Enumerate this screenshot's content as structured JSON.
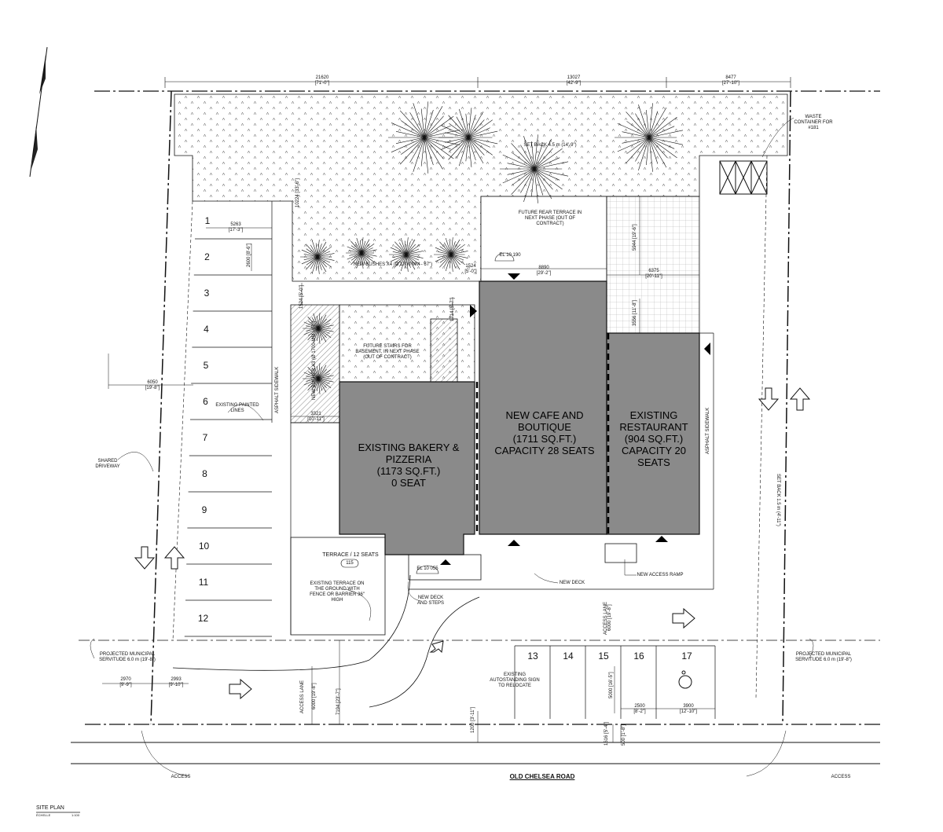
{
  "dimensions": {
    "top_left": "21620",
    "top_left_imp": "[71'-0\"]",
    "top_mid": "13027",
    "top_mid_imp": "[42'-9\"]",
    "top_right": "8477",
    "top_right_imp": "[27'-10\"]",
    "stall_width": "5263",
    "stall_width_imp": "[17'-3\"]",
    "stall_depth": "2600",
    "stall_depth_imp": "[8'-6\"]",
    "rear_depth": "10224",
    "rear_depth_imp": "[33'-6\"]",
    "walk1": "1524",
    "walk1_imp": "[5'-0\"]",
    "walk2": "1524",
    "walk2_imp": "[5'-0\"]",
    "walk3": "1714",
    "walk3_imp": "[5'-7\"]",
    "cafe_width": "8890",
    "cafe_width_imp": "[29'-2\"]",
    "right_width": "6375",
    "right_width_imp": "[20'-11\"]",
    "grid_depth": "5944",
    "grid_depth_imp": "[19'-6\"]",
    "grid_depth2": "3556",
    "grid_depth2_imp": "[11'-8\"]",
    "left_setback": "6050",
    "left_setback_imp": "[19'-8\"]",
    "walk_width": "3321",
    "walk_width_imp": "[10'-11\"]",
    "left_a": "2970",
    "left_a_imp": "[9'-9\"]",
    "left_b": "2993",
    "left_b_imp": "[9'-10\"]",
    "access_left": "6000",
    "access_left_imp": "[19'-8\"]",
    "lane_depth": "7194",
    "lane_depth_imp": "[23'-7\"]",
    "access_right": "6000",
    "access_right_imp": "[19'-8\"]",
    "stall_right_depth": "5000",
    "stall_right_depth_imp": "[16'-5\"]",
    "stall_right_w": "2500",
    "stall_right_w_imp": "[8'-2\"]",
    "stall_acc_w": "3900",
    "stall_acc_w_imp": "[12'-10\"]",
    "bottom_a": "1200",
    "bottom_a_imp": "[3'-11\"]",
    "bottom_b": "1616",
    "bottom_b_imp": "[5'-4\"]",
    "bottom_c": "500",
    "bottom_c_imp": "[1'-8\"]"
  },
  "labels": {
    "waste": "WASTE CONTAINER FOR #181",
    "setback_rear": "SET BACK 4.5 m (14'-9\")",
    "future_terrace": "FUTURE REAR TERRACE IN NEXT PHASE (OUT OF CONTRACT)",
    "elevation_rear": "EL 10 190",
    "new_bushes": "NEW BUSHES X4 (Ø 1700 MM - 67\")",
    "new_bushes_side": "NEW BUSHES X3 (Ø 1700 MM - 67\")",
    "future_stairs": "FUTURE STAIRS FOR BASEMENT, IN NEXT PHASE (OUT OF CONTRACT)",
    "asphalt_left": "ASPHALT SIDEWALK",
    "asphalt_right": "ASPHALT SIDEWALK",
    "existing_lines": "EXISTING PAINTED LINES",
    "shared_driveway": "SHARED DRIVEWAY",
    "terrace": "TERRACE / 12 SEATS",
    "terrace_tag": "115",
    "existing_terrace": "EXISTING TERRACE ON THE GROUND WITH FENCE OR BARRIER 36\" HIGH",
    "elevation_front": "EL 10 055",
    "new_deck_steps": "NEW DECK AND STEPS",
    "new_deck": "NEW DECK",
    "new_ramp": "NEW ACCESS RAMP",
    "access_lane_mid": "ACCESS LANE",
    "access_lane_left": "ACCESS LANE",
    "setback_side": "SET BACK 1.5 m (4'-11\")",
    "servitude_left": "PROJECTED MUNICIPAL SERVITUDE 6.0 m (19'-8\")",
    "servitude_right": "PROJECTED MUNICIPAL SERVITUDE 6.0 m (19'-8\")",
    "autostanding": "EXISTING AUTOSTANDING SIGN TO RELOCATE",
    "access_left": "ACCESS",
    "access_right": "ACCESS",
    "road": "OLD CHELSEA ROAD",
    "site_plan": "SITE PLAN",
    "scale": "ÉCHELLE",
    "scale_value": "1:100"
  },
  "buildings": {
    "bakery": [
      "EXISTING BAKERY &",
      "PIZZERIA",
      "(1173 SQ.FT.)",
      "0 SEAT"
    ],
    "cafe": [
      "NEW CAFE AND",
      "BOUTIQUE",
      "(1711 SQ.FT.)",
      "CAPACITY 28 SEATS"
    ],
    "restaurant": [
      "EXISTING",
      "RESTAURANT",
      "(904 SQ.FT.)",
      "CAPACITY 20",
      "SEATS"
    ]
  },
  "stalls_left": [
    "1",
    "2",
    "3",
    "4",
    "5",
    "6",
    "7",
    "8",
    "9",
    "10",
    "11",
    "12"
  ],
  "stalls_front": [
    "13",
    "14",
    "15",
    "16",
    "17"
  ],
  "colors": {
    "building": "#8a8a8a",
    "line": "#111111",
    "hatch": "#666666"
  }
}
